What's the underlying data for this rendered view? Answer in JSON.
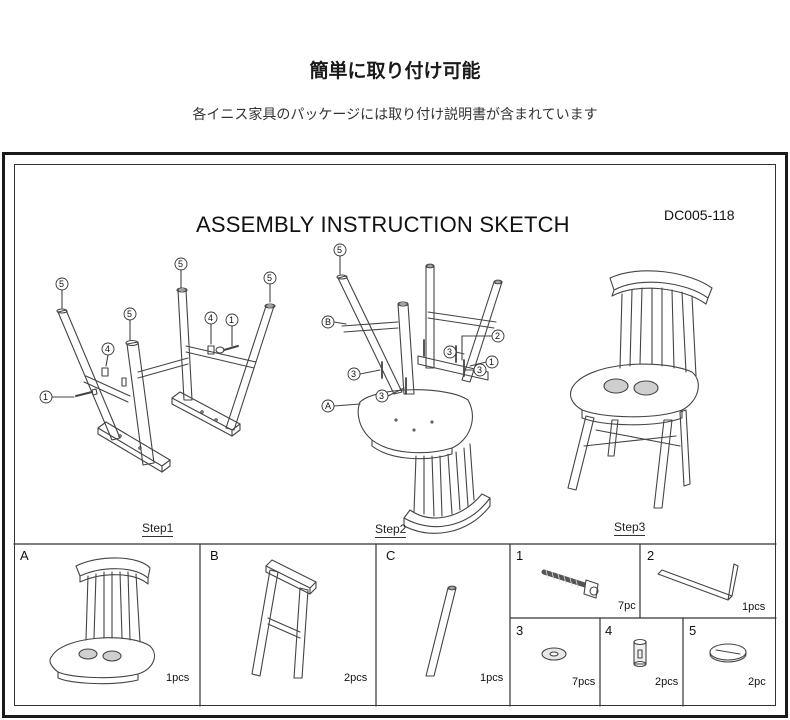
{
  "header": {
    "title": "簡単に取り付け可能",
    "subtitle": "各イニス家具のパッケージには取り付け説明書が含まれています"
  },
  "sheet": {
    "title": "ASSEMBLY INSTRUCTION SKETCH",
    "code": "DC005-118",
    "steps": [
      {
        "label": "Step1"
      },
      {
        "label": "Step2"
      },
      {
        "label": "Step3"
      }
    ]
  },
  "callouts": {
    "c1": "1",
    "c2": "2",
    "c3": "3",
    "c4": "4",
    "c5": "5",
    "cA": "A",
    "cB": "B"
  },
  "parts": [
    {
      "letter": "A",
      "qty": "1pcs"
    },
    {
      "letter": "B",
      "qty": "2pcs"
    },
    {
      "letter": "C",
      "qty": "1pcs"
    },
    {
      "letter": "1",
      "qty": "7pc"
    },
    {
      "letter": "2",
      "qty": "1pcs"
    },
    {
      "letter": "3",
      "qty": "7pcs"
    },
    {
      "letter": "4",
      "qty": "2pcs"
    },
    {
      "letter": "5",
      "qty": "2pc"
    }
  ]
}
